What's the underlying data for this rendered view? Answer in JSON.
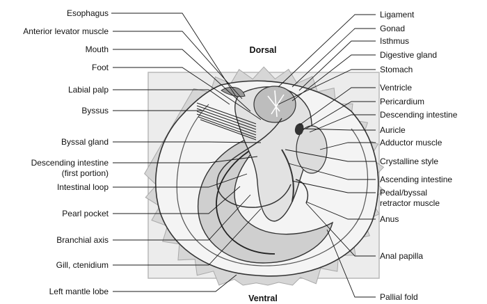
{
  "orientation": {
    "top": "Dorsal",
    "bottom": "Ventral"
  },
  "left_labels": [
    {
      "id": "esophagus",
      "lines": [
        "Esophagus"
      ]
    },
    {
      "id": "anterior-levator-muscle",
      "lines": [
        "Anterior levator muscle"
      ]
    },
    {
      "id": "mouth",
      "lines": [
        "Mouth"
      ]
    },
    {
      "id": "foot",
      "lines": [
        "Foot"
      ]
    },
    {
      "id": "labial-palp",
      "lines": [
        "Labial palp"
      ]
    },
    {
      "id": "byssus",
      "lines": [
        "Byssus"
      ]
    },
    {
      "id": "byssal-gland",
      "lines": [
        "Byssal gland"
      ]
    },
    {
      "id": "descending-intestine-first",
      "lines": [
        "Descending intestine",
        "(first portion)"
      ]
    },
    {
      "id": "intestinal-loop",
      "lines": [
        "Intestinal loop"
      ]
    },
    {
      "id": "pearl-pocket",
      "lines": [
        "Pearl pocket"
      ]
    },
    {
      "id": "branchial-axis",
      "lines": [
        "Branchial axis"
      ]
    },
    {
      "id": "gill-ctenidium",
      "lines": [
        "Gill, ctenidium"
      ]
    },
    {
      "id": "left-mantle-lobe",
      "lines": [
        "Left mantle lobe"
      ]
    }
  ],
  "right_labels": [
    {
      "id": "ligament",
      "lines": [
        "Ligament"
      ]
    },
    {
      "id": "gonad",
      "lines": [
        "Gonad"
      ]
    },
    {
      "id": "isthmus",
      "lines": [
        "Isthmus"
      ]
    },
    {
      "id": "digestive-gland",
      "lines": [
        "Digestive gland"
      ]
    },
    {
      "id": "stomach",
      "lines": [
        "Stomach"
      ]
    },
    {
      "id": "ventricle",
      "lines": [
        "Ventricle"
      ]
    },
    {
      "id": "pericardium",
      "lines": [
        "Pericardium"
      ]
    },
    {
      "id": "descending-intestine",
      "lines": [
        "Descending intestine"
      ]
    },
    {
      "id": "auricle",
      "lines": [
        "Auricle"
      ]
    },
    {
      "id": "adductor-muscle",
      "lines": [
        "Adductor muscle"
      ]
    },
    {
      "id": "crystalline-style",
      "lines": [
        "Crystalline style"
      ]
    },
    {
      "id": "ascending-intestine",
      "lines": [
        "Ascending intestine"
      ]
    },
    {
      "id": "pedal-byssal-retractor",
      "lines": [
        "Pedal/byssal",
        "retractor muscle"
      ]
    },
    {
      "id": "anus",
      "lines": [
        "Anus"
      ]
    },
    {
      "id": "anal-papilla",
      "lines": [
        "Anal papilla"
      ]
    },
    {
      "id": "pallial-fold",
      "lines": [
        "Pallial fold"
      ]
    }
  ]
}
